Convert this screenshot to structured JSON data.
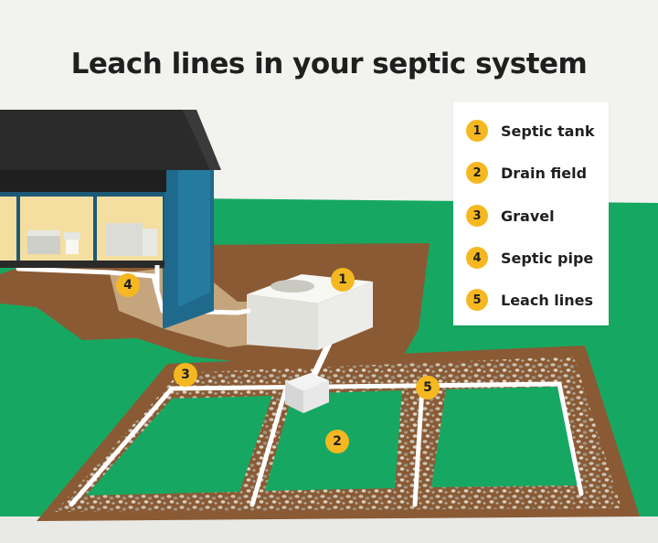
{
  "title": "Leach lines in your septic system",
  "legend": [
    {
      "number": "1",
      "label": "Septic tank"
    },
    {
      "number": "2",
      "label": "Drain field"
    },
    {
      "number": "3",
      "label": "Gravel"
    },
    {
      "number": "4",
      "label": "Septic pipe"
    },
    {
      "number": "5",
      "label": "Leach lines"
    }
  ],
  "markers": {
    "septic_tank": "1",
    "drain_field": "2",
    "gravel": "3",
    "septic_pipe": "4",
    "leach_lines": "5"
  },
  "colors": {
    "background": "#f2f2ef",
    "grass": "#16a862",
    "soil": "#8a5a34",
    "house_wall": "#1f6a8c",
    "roof": "#2b2b2b",
    "marker": "#f5b820",
    "pipe": "#ffffff"
  },
  "icons": [
    "house-icon",
    "septic-tank-icon",
    "distribution-box-icon"
  ]
}
